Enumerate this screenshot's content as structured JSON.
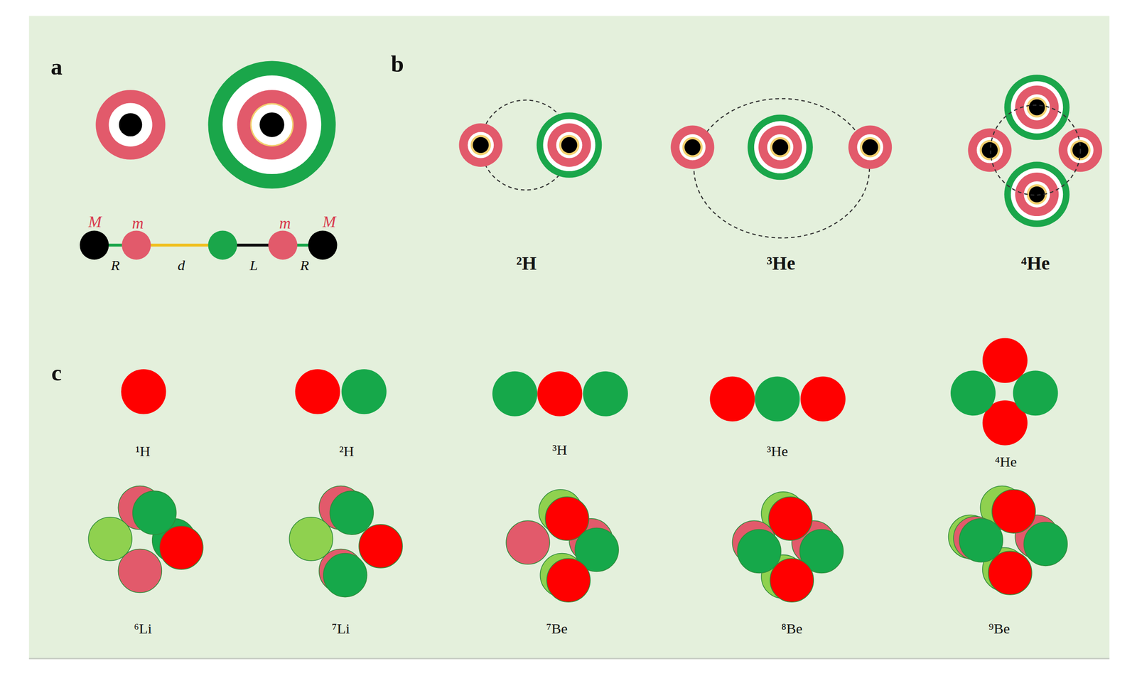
{
  "diagram": {
    "labels": [
      "a",
      "b",
      "M",
      "m",
      "m",
      "M",
      "R",
      "d",
      "L",
      "R",
      "²H",
      "³He",
      "⁴He",
      "c",
      "¹H",
      "²H",
      "³H",
      "³He",
      "⁴He",
      "⁶Li",
      "⁷Li",
      "⁷Be",
      "⁸Be",
      "⁹Be"
    ]
  }
}
